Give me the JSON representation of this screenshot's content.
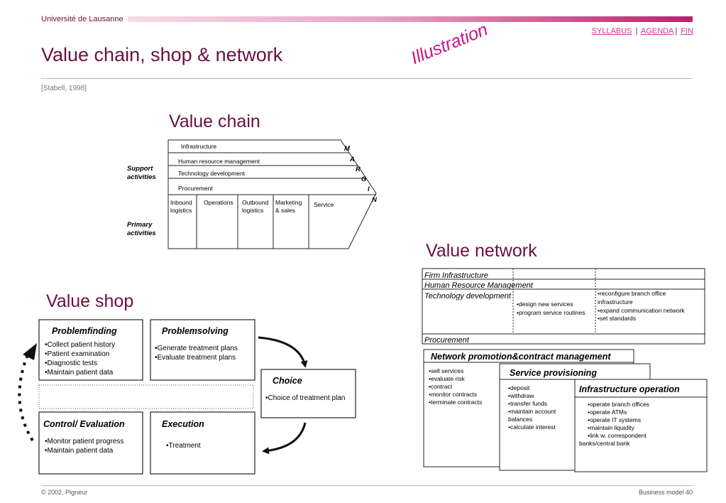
{
  "header": {
    "university": "Université de Lausanne",
    "nav": [
      "SYLLABUS",
      "AGENDA",
      "FIN"
    ],
    "title": "Value chain, shop & network",
    "stamp": "Illustration",
    "citation": "[Stabell, 1998]"
  },
  "value_chain": {
    "heading": "Value chain",
    "support_label": [
      "Support",
      "activities"
    ],
    "primary_label": [
      "Primary",
      "activities"
    ],
    "support_rows": [
      "Infrastructure",
      "Human resource management",
      "Technology development",
      "Procurement"
    ],
    "primary_cols": [
      [
        "Inbound",
        "logistics"
      ],
      [
        "Operations"
      ],
      [
        "Outbound",
        "logistics"
      ],
      [
        "Marketing",
        "& sales"
      ],
      [
        "Service"
      ]
    ],
    "margin_letters": [
      "M",
      "A",
      "R",
      "G",
      "I",
      "N"
    ]
  },
  "value_network": {
    "heading": "Value network",
    "rows": [
      "Firm Infrastructure",
      "Human Resource Management",
      "Technology development",
      "Procurement"
    ],
    "tech_mid": [
      "•design new services",
      "•program service routines"
    ],
    "tech_right": [
      "•reconfigure branch office",
      "infrastructure",
      "•expand communication network",
      "•set standards"
    ],
    "boxes": [
      {
        "title": "Network promotion&contract management",
        "items": [
          "•sell services",
          "•evaluate risk",
          "•contract",
          "•monitor contracts",
          "•terminate contracts"
        ]
      },
      {
        "title": "Service provisioning",
        "items": [
          "•deposit",
          "•withdraw",
          "•transfer funds",
          "•maintain account",
          "balances",
          "•calculate interest"
        ]
      },
      {
        "title": "Infrastructure operation",
        "items": [
          "•operate branch offices",
          "•operate ATMs",
          "•operate IT systems",
          "•maintain liquidity",
          "•link w. correspondent",
          "banks/central bank"
        ]
      }
    ]
  },
  "value_shop": {
    "heading": "Value shop",
    "problemfinding": {
      "title": "Problemfinding",
      "items": [
        "•Collect patient history",
        "•Patient examination",
        "•Diagnostic tests",
        "•Maintain patient data"
      ]
    },
    "problemsolving": {
      "title": "Problemsolving",
      "items": [
        "•Generate treatment plans",
        "•Evaluate treatment plans"
      ]
    },
    "choice": {
      "title": "Choice",
      "items": [
        "•Choice of treatment plan"
      ]
    },
    "control": {
      "title": "Control/ Evaluation",
      "items": [
        "•Monitor patient progress",
        "•Maintain patient data"
      ]
    },
    "execution": {
      "title": "Execution",
      "items": [
        "•Treatment"
      ]
    }
  },
  "footer": {
    "copyright": "© 2002, Pigneur",
    "page": "Business model  40"
  }
}
